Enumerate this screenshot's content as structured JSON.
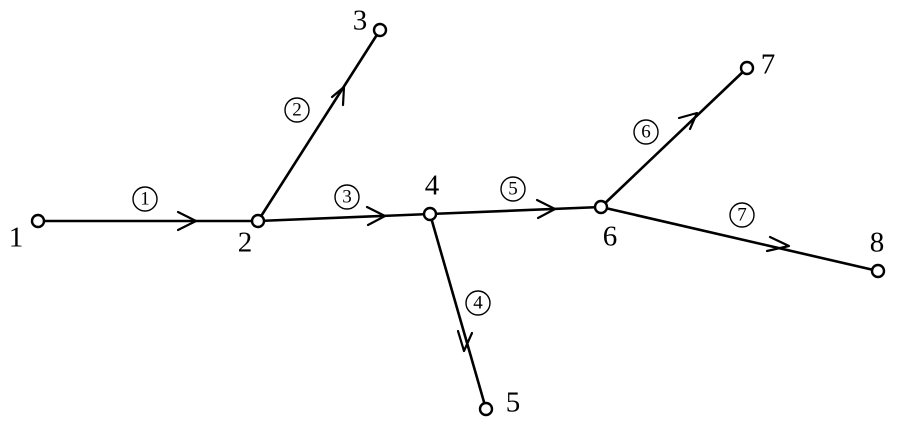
{
  "nodes": [
    {
      "id": "1",
      "label": "1"
    },
    {
      "id": "2",
      "label": "2"
    },
    {
      "id": "3",
      "label": "3"
    },
    {
      "id": "4",
      "label": "4"
    },
    {
      "id": "5",
      "label": "5"
    },
    {
      "id": "6",
      "label": "6"
    },
    {
      "id": "7",
      "label": "7"
    },
    {
      "id": "8",
      "label": "8"
    }
  ],
  "edges": [
    {
      "id": "e1",
      "label": "1",
      "from": "1",
      "to": "2"
    },
    {
      "id": "e2",
      "label": "2",
      "from": "2",
      "to": "3"
    },
    {
      "id": "e3",
      "label": "3",
      "from": "2",
      "to": "4"
    },
    {
      "id": "e4",
      "label": "4",
      "from": "4",
      "to": "5"
    },
    {
      "id": "e5",
      "label": "5",
      "from": "4",
      "to": "6"
    },
    {
      "id": "e6",
      "label": "6",
      "from": "6",
      "to": "7"
    },
    {
      "id": "e7",
      "label": "7",
      "from": "6",
      "to": "8"
    }
  ],
  "colors": {
    "stroke": "#000000",
    "background": "#ffffff"
  }
}
